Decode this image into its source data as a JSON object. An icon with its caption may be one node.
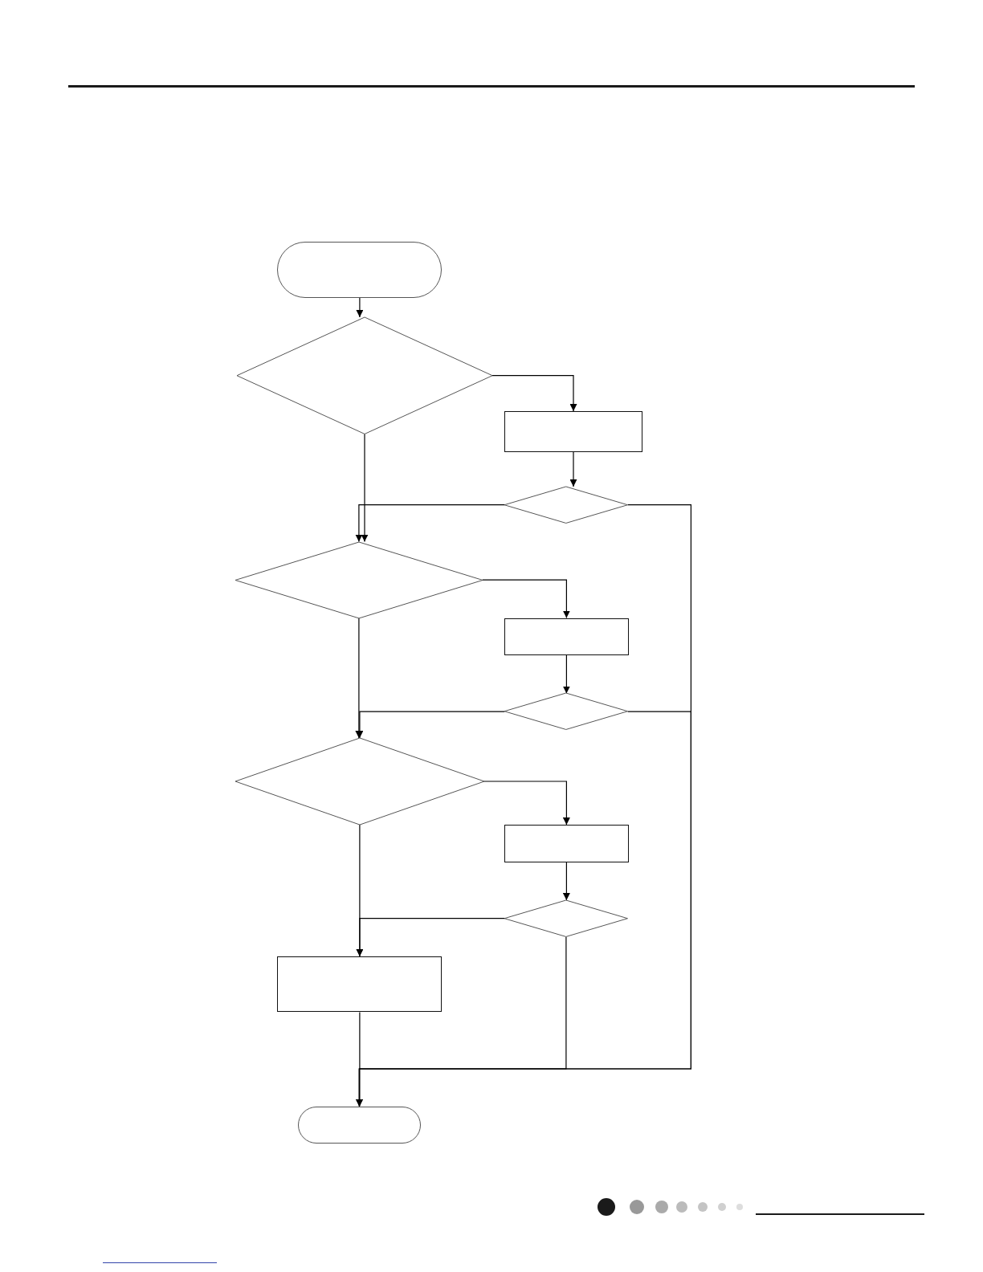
{
  "diagram": {
    "nodes": [
      {
        "text": [],
        "shape": "oval"
      },
      {
        "text": [],
        "shape": "diamond"
      },
      {
        "text": [],
        "shape": "box"
      },
      {
        "text": [],
        "shape": "diamond"
      },
      {
        "text": [],
        "shape": "diamond"
      },
      {
        "text": [],
        "shape": "box"
      },
      {
        "text": [],
        "shape": "diamond"
      },
      {
        "text": [],
        "shape": "diamond"
      },
      {
        "text": [],
        "shape": "box"
      },
      {
        "text": [],
        "shape": "diamond"
      },
      {
        "text": [],
        "shape": "box"
      },
      {
        "text": [],
        "shape": "oval"
      }
    ],
    "edges": [
      {
        "from": 0,
        "to": 1,
        "arrow": "to"
      },
      {
        "from": 1,
        "to": 2,
        "arrow": "to"
      },
      {
        "from": 2,
        "to": 3,
        "arrow": "to"
      },
      {
        "from": 1,
        "to": 4,
        "arrow": "to"
      },
      {
        "from": 3,
        "to": 4,
        "arrow": "to"
      },
      {
        "from": 3,
        "to": 11,
        "arrow": "to"
      },
      {
        "from": 4,
        "to": 5,
        "arrow": "to"
      },
      {
        "from": 5,
        "to": 6,
        "arrow": "to"
      },
      {
        "from": 4,
        "to": 7,
        "arrow": "to"
      },
      {
        "from": 6,
        "to": 7,
        "arrow": "to"
      },
      {
        "from": 6,
        "to": 11,
        "arrow": "to"
      },
      {
        "from": 7,
        "to": 8,
        "arrow": "to"
      },
      {
        "from": 8,
        "to": 9,
        "arrow": "to"
      },
      {
        "from": 7,
        "to": 10,
        "arrow": "to"
      },
      {
        "from": 9,
        "to": 10,
        "arrow": "to"
      },
      {
        "from": 9,
        "to": 11,
        "arrow": "to"
      },
      {
        "from": 10,
        "to": 11,
        "arrow": "to"
      }
    ]
  }
}
